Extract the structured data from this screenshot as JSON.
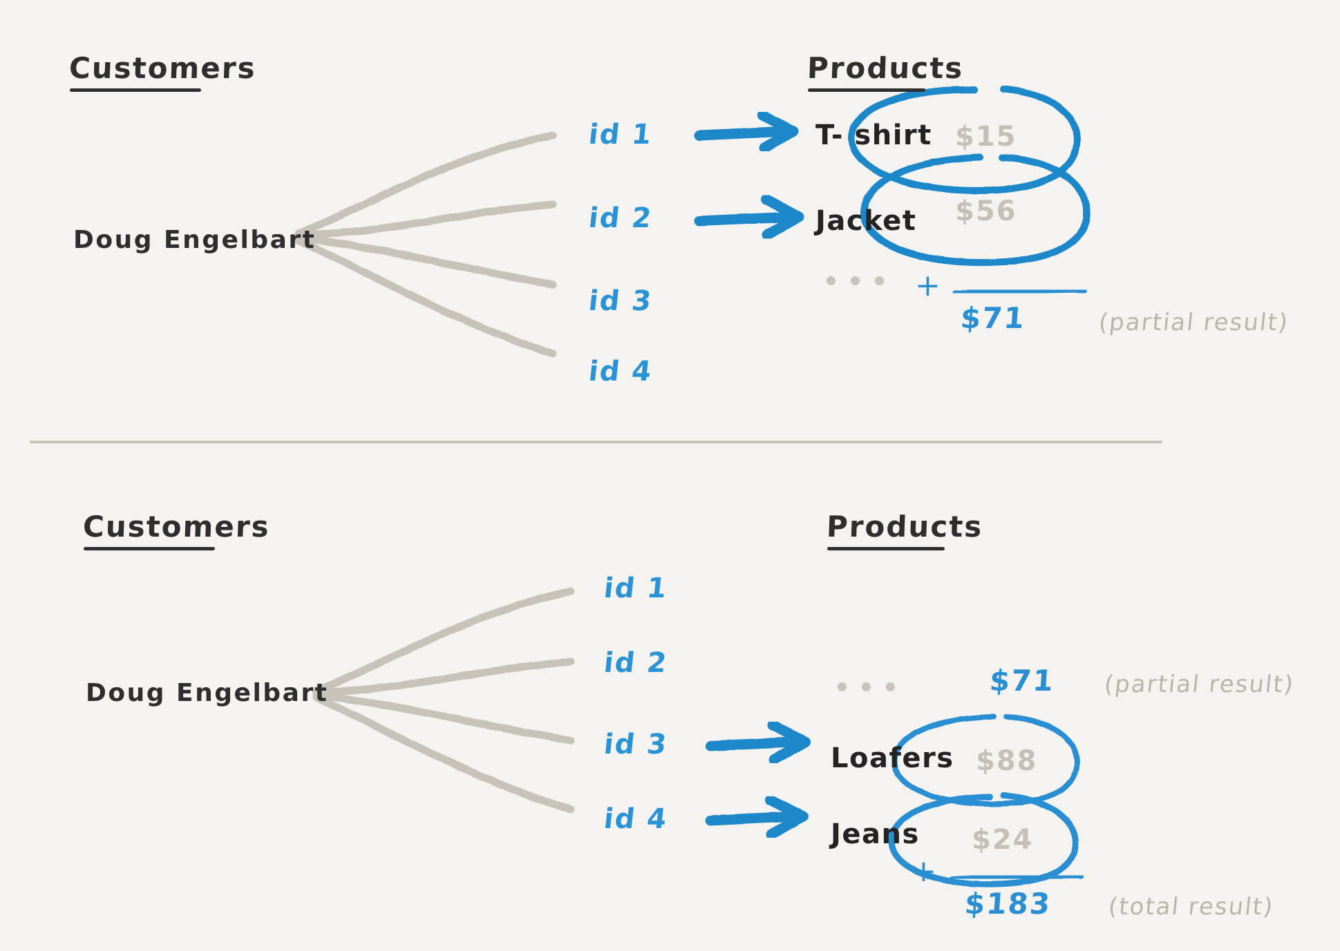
{
  "colors": {
    "background": "#f4f3ef",
    "ink": "#2e2e2e",
    "blue": "#2a8fd2",
    "gray_price": "#c4c0b8",
    "gray_line": "#c8c3b9",
    "annotation_gray": "#b9b5ab"
  },
  "panels": [
    {
      "id": "panel-top",
      "customers_heading": "Customers",
      "products_heading": "Products",
      "customer_name": "Doug Engelbart",
      "ids": [
        "id 1",
        "id 2",
        "id 3",
        "id 4"
      ],
      "rows": [
        {
          "id_label": "id 1",
          "has_arrow": true,
          "product": "T- shirt",
          "price": "$15",
          "circled": true
        },
        {
          "id_label": "id 2",
          "has_arrow": true,
          "product": "Jacket",
          "price": "$56",
          "circled": true
        },
        {
          "id_label": "id 3",
          "has_arrow": false,
          "product": "",
          "price": "",
          "circled": false
        },
        {
          "id_label": "id 4",
          "has_arrow": false,
          "product": "",
          "price": "",
          "circled": false
        }
      ],
      "ellipsis": "...",
      "plus_sign": "+",
      "sum_value": "$71",
      "sum_annotation": "(partial result)"
    },
    {
      "id": "panel-bottom",
      "customers_heading": "Customers",
      "products_heading": "Products",
      "customer_name": "Doug Engelbart",
      "ids": [
        "id 1",
        "id 2",
        "id 3",
        "id 4"
      ],
      "rows": [
        {
          "id_label": "id 1",
          "has_arrow": false,
          "product": "",
          "price": "",
          "circled": false
        },
        {
          "id_label": "id 2",
          "has_arrow": false,
          "product": "",
          "price": "",
          "circled": false
        },
        {
          "id_label": "id 3",
          "has_arrow": true,
          "product": "Loafers",
          "price": "$88",
          "circled": true
        },
        {
          "id_label": "id 4",
          "has_arrow": true,
          "product": "Jeans",
          "price": "$24",
          "circled": true
        }
      ],
      "ellipsis": "...",
      "carried_value": "$71",
      "carried_annotation": "(partial result)",
      "plus_sign": "+",
      "sum_value": "$183",
      "sum_annotation": "(total result)"
    }
  ]
}
